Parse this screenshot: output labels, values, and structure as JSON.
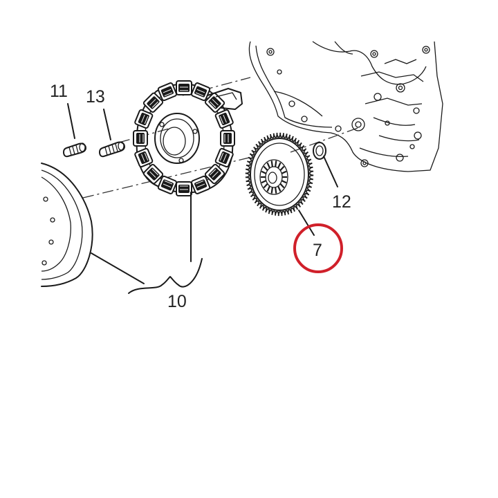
{
  "diagram": {
    "callouts": [
      {
        "id": "11",
        "label": "11"
      },
      {
        "id": "13",
        "label": "13"
      },
      {
        "id": "10",
        "label": "10"
      },
      {
        "id": "12",
        "label": "12"
      },
      {
        "id": "7",
        "label": "7"
      }
    ],
    "highlight_color": "#d0202a",
    "line_color": "#1a1a1a",
    "background_color": "#ffffff",
    "highlighted_callout": "7"
  }
}
